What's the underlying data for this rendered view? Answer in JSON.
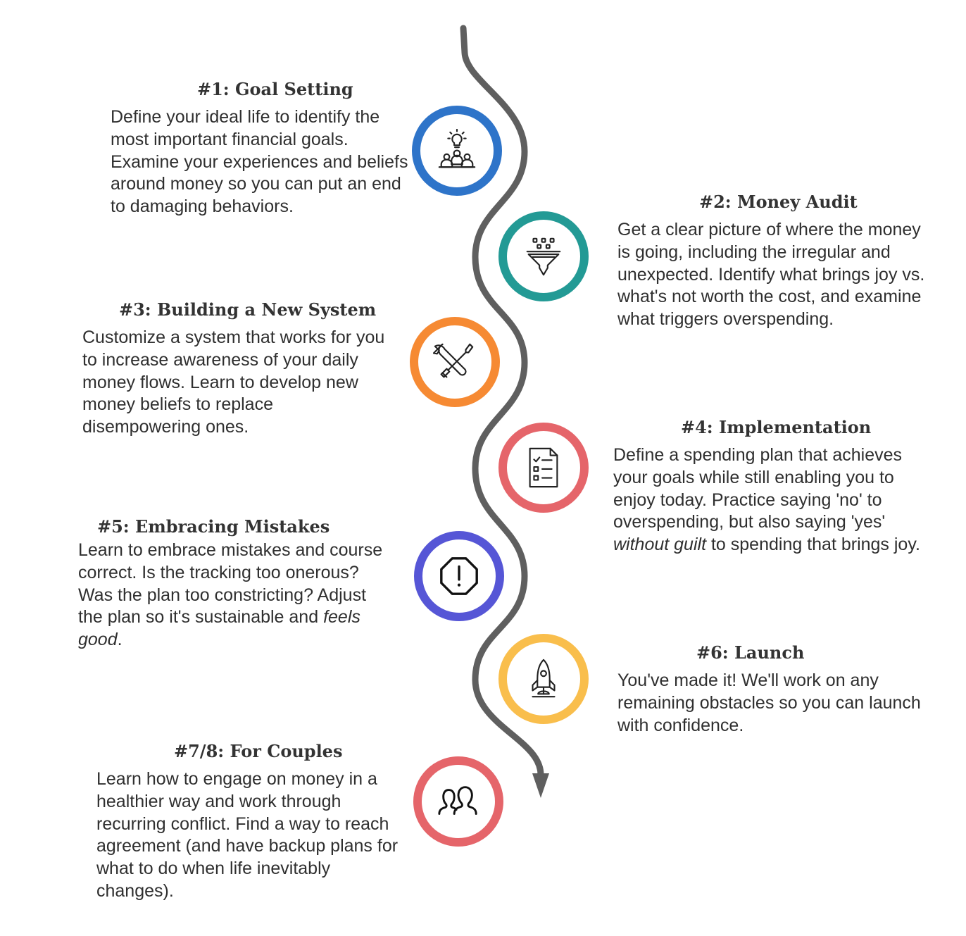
{
  "steps": [
    {
      "title": "#1: Goal Setting",
      "desc": "Define your ideal life to identify the most important financial goals. Examine your experiences and beliefs around money so you can put an end to damaging behaviors.",
      "icon": "lightbulb-team-icon",
      "color": "#2E74C9"
    },
    {
      "title": "#2: Money Audit",
      "desc": "Get a clear picture of where the money is going, including the irregular and unexpected. Identify what brings joy vs. what's not worth the cost, and examine what triggers overspending.",
      "icon": "funnel-icon",
      "color": "#239A95"
    },
    {
      "title": "#3: Building a New System",
      "desc": "Customize a system that works for you to increase awareness of your daily money flows. Learn to develop new money beliefs to replace disempowering ones.",
      "icon": "tools-icon",
      "color": "#F68A33"
    },
    {
      "title": "#4: Implementation",
      "desc_before": "Define a spending plan that achieves your goals while still enabling you to enjoy today. Practice saying 'no' to overspending, but also saying 'yes' ",
      "desc_em": "without guilt",
      "desc_after": " to spending that brings joy.",
      "icon": "checklist-icon",
      "color": "#E5656A"
    },
    {
      "title": "#5: Embracing Mistakes",
      "desc_before": "Learn to embrace mistakes and course correct. Is the tracking too onerous? Was the plan too constricting? Adjust the plan so it's sustainable and ",
      "desc_em": "feels good",
      "desc_after": ".",
      "icon": "warning-octagon-icon",
      "color": "#5656D6"
    },
    {
      "title": "#6: Launch",
      "desc": "You've made it! We'll work on any remaining obstacles so you can launch with confidence.",
      "icon": "rocket-icon",
      "color": "#F9BE4C"
    },
    {
      "title": "#7/8: For Couples",
      "desc": "Learn how to engage on money in a healthier way and work through recurring conflict. Find a way to reach agreement (and have backup plans for what to do when life inevitably changes).",
      "icon": "couple-icon",
      "color": "#E5656A"
    }
  ],
  "path_color": "#5F5F5F",
  "icon_stroke": "#222222"
}
